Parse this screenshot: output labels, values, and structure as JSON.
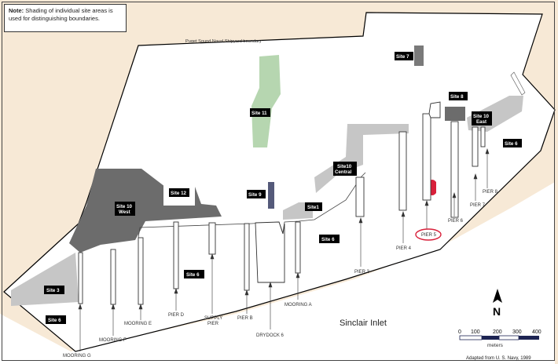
{
  "note": {
    "prefix": "Note:",
    "text": "Shading of individual site areas is used for distinguishing boundaries."
  },
  "boundary_label": "Puget Sound Naval Shipyard boundary",
  "sites": {
    "site3": "Site 3",
    "site6_southwest": "Site 6",
    "site6_center_west": "Site 6",
    "site6_center": "Site 6",
    "site6_east": "Site 6",
    "site7": "Site 7",
    "site8": "Site 8",
    "site9": "Site 9",
    "site11": "Site 11",
    "site12": "Site 12",
    "site1": "Site1",
    "site10_west": [
      "Site 10",
      "West"
    ],
    "site10_central": [
      "Site10",
      "Central"
    ],
    "site10_east": [
      "Site 10",
      "East"
    ]
  },
  "piers": {
    "mooring_g": "MOORING G",
    "mooring_f": "MOORING F",
    "mooring_e": "MOORING E",
    "pier_d": "PIER D",
    "supply_pier": [
      "SUPPLY",
      "PIER"
    ],
    "pier_b": "PIER B",
    "drydock6": "DRYDOCK 6",
    "mooring_a": "MOORING A",
    "pier3": "PIER 3",
    "pier4": "PIER 4",
    "pier5": "PIER 5",
    "pier6": "PIER 6",
    "pier7": "PIER 7",
    "pier8": "PIER 8"
  },
  "water_label": "Sinclair Inlet",
  "north": "N",
  "scale": {
    "ticks": [
      "0",
      "100",
      "200",
      "300",
      "400"
    ],
    "unit": "meters"
  },
  "credit": "Adapted from U. S. Navy, 1989",
  "colors": {
    "land": "#f7e9d6",
    "shipyard": "#ffffff",
    "light_gray": "#c6c6c6",
    "medium_gray": "#a6a6a6",
    "dark_gray": "#6c6c6c",
    "light_green": "#b6d6b0",
    "slate_blue": "#555a7a",
    "red": "#d8203a",
    "scale_navy": "#1d2452"
  }
}
